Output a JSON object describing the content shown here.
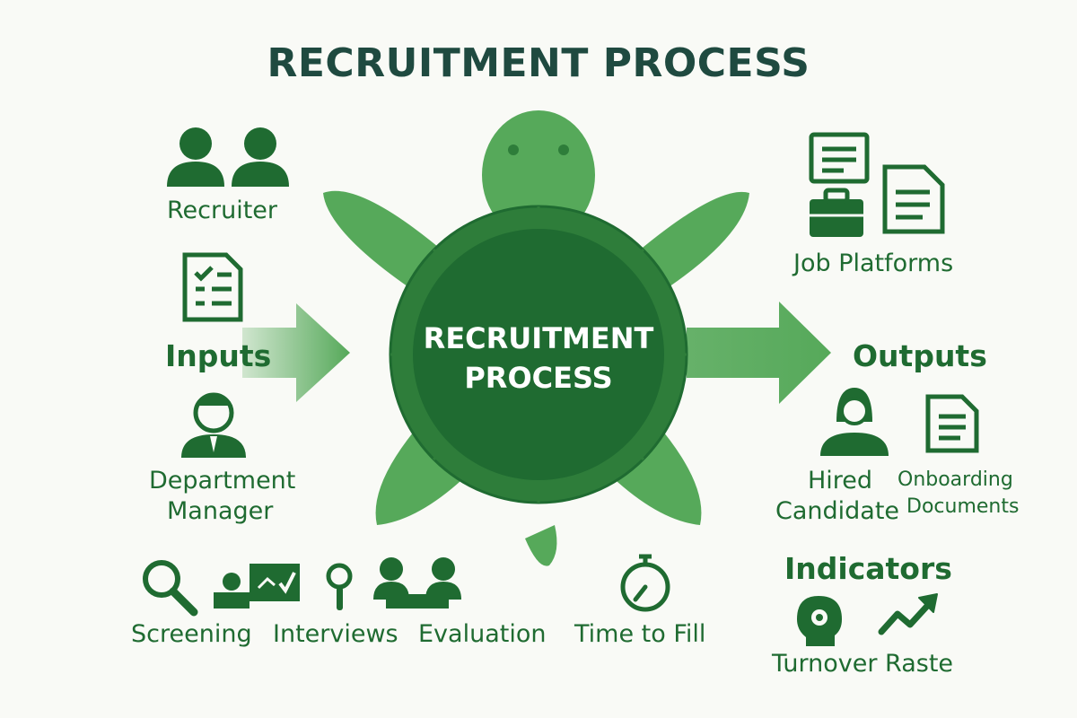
{
  "title": "RECRUITMENT PROCESS",
  "center": {
    "line1": "RECRUITMENT",
    "line2": "PROCESS"
  },
  "inputs": {
    "heading": "Inputs",
    "recruiter": "Recruiter",
    "manager_line1": "Department",
    "manager_line2": "Manager"
  },
  "resources": {
    "job_platforms": "Job Platforms"
  },
  "outputs": {
    "heading": "Outputs",
    "hired_line1": "Hired",
    "hired_line2": "Candidate",
    "docs_line1": "Onboarding",
    "docs_line2": "Documents"
  },
  "process_steps": {
    "screening": "Screening",
    "interviews": "Interviews",
    "evaluation": "Evaluation",
    "time_to_fill": "Time to Fill"
  },
  "indicators": {
    "heading": "Indicators",
    "turnover": "Turnover Raste"
  },
  "colors": {
    "dark_green": "#1f6b31",
    "body_green": "#2e7d3a",
    "light_green": "#56a95a",
    "title": "#1f4a40",
    "background": "#f9faf6"
  },
  "icons": [
    "people-icon",
    "checklist-icon",
    "manager-icon",
    "document-icon",
    "briefcase-icon",
    "magnifier-icon",
    "whiteboard-icon",
    "pin-icon",
    "meeting-icon",
    "stopwatch-icon",
    "candidate-icon",
    "head-gear-icon",
    "trend-up-icon"
  ]
}
